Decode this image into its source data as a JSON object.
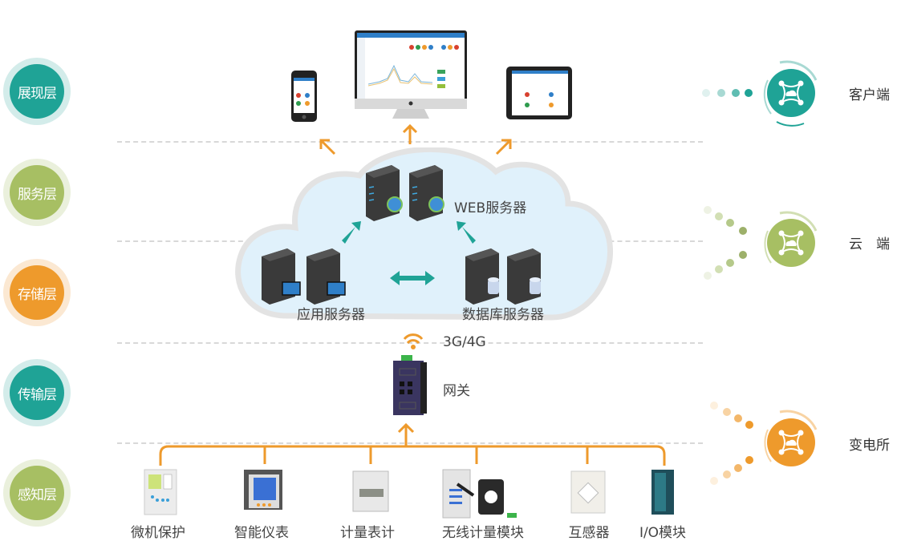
{
  "layers": [
    {
      "label": "展现层",
      "color": "#1fa396",
      "ring": "#d3ecea"
    },
    {
      "label": "服务层",
      "color": "#a7bf63",
      "ring": "#eaf0dc"
    },
    {
      "label": "存储层",
      "color": "#ee9a2c",
      "ring": "#fbe8d2"
    },
    {
      "label": "传输层",
      "color": "#1fa396",
      "ring": "#d3ecea"
    },
    {
      "label": "感知层",
      "color": "#a7bf63",
      "ring": "#eaf0dc"
    }
  ],
  "endpoints": [
    {
      "label": "客户端",
      "color": "#1fa396",
      "dot_colors": [
        "#e0f1ef",
        "#a8d9d3",
        "#5fbdb2",
        "#1fa396"
      ]
    },
    {
      "label": "云　端",
      "color": "#a7bf63",
      "dot_colors": [
        "#eef2e4",
        "#d2dfb4",
        "#b5c98a",
        "#9db06a"
      ]
    },
    {
      "label": "变电所",
      "color": "#ee9a2c",
      "dot_colors": [
        "#fdf0de",
        "#f8d3a3",
        "#f3b76a",
        "#ee9a2c"
      ]
    }
  ],
  "cloud": {
    "web_server": "WEB服务器",
    "app_server": "应用服务器",
    "db_server": "数据库服务器"
  },
  "network": {
    "wireless": "3G/4G",
    "gateway": "网关"
  },
  "devices": [
    {
      "label": "微机保护"
    },
    {
      "label": "智能仪表"
    },
    {
      "label": "计量表计"
    },
    {
      "label": "无线计量模块"
    },
    {
      "label": "互感器"
    },
    {
      "label": "I/O模块"
    }
  ],
  "colors": {
    "accent_orange": "#ee9a2c",
    "accent_teal": "#1fa396",
    "cloud_fill": "#e0f1fb",
    "cloud_border": "#e3e3e3"
  }
}
